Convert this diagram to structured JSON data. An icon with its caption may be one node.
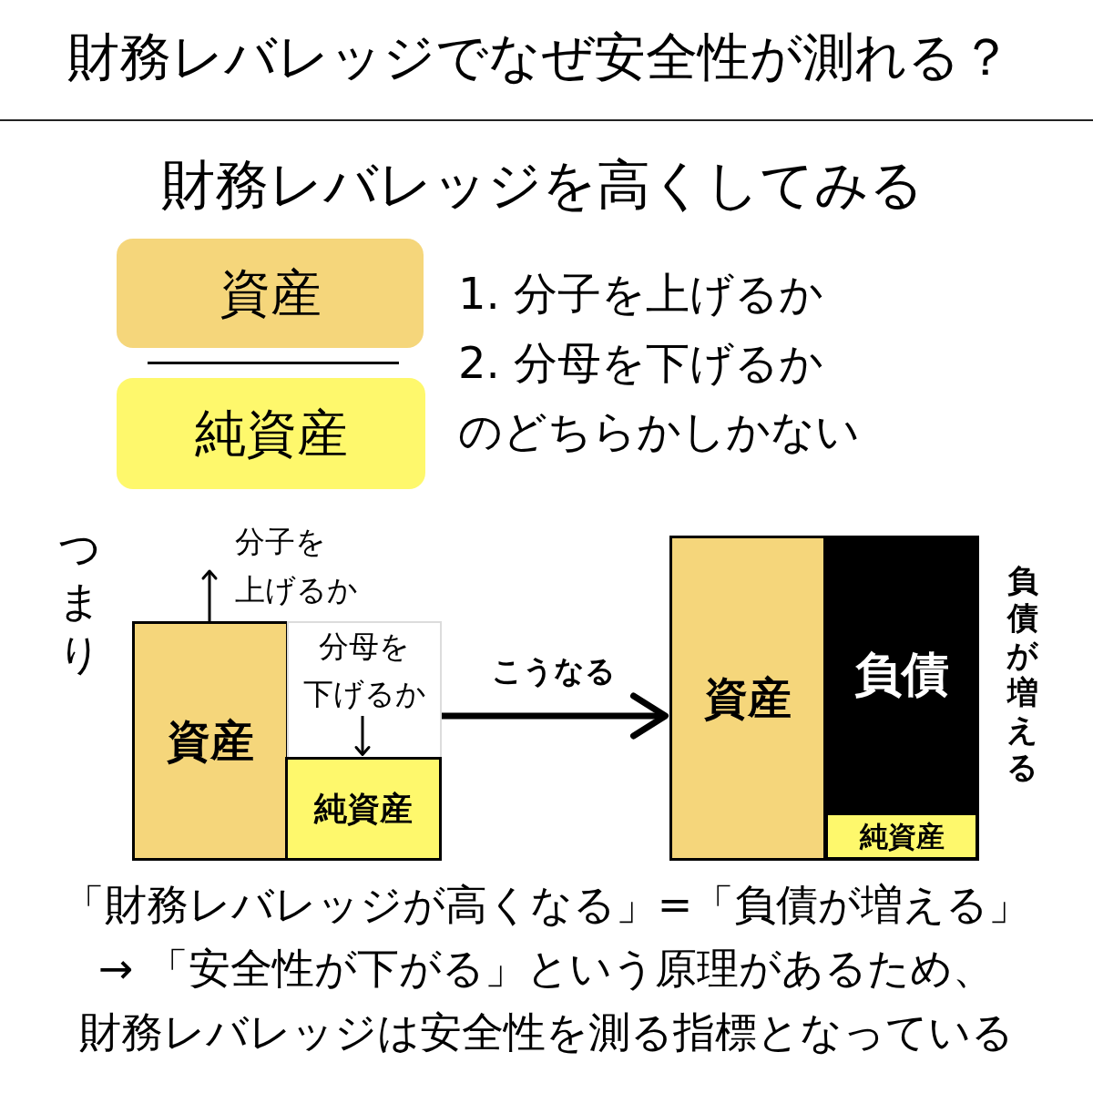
{
  "diagram": {
    "title": "財務レバレッジでなぜ安全性が測れる？",
    "nodes": [
      {
        "text": [
          "資産"
        ]
      },
      {
        "text": [
          "純資産"
        ]
      },
      {
        "text": [
          "資産"
        ]
      },
      {
        "text": [
          "分母を下げるか"
        ]
      },
      {
        "text": [
          "純資産"
        ]
      },
      {
        "text": [
          "資産"
        ]
      },
      {
        "text": [
          "負債"
        ]
      },
      {
        "text": [
          "純資産"
        ],
        "in": 6
      }
    ],
    "edges": [
      {
        "from": 2,
        "to": null,
        "arrow": "to"
      },
      {
        "from": 3,
        "to": 5,
        "arrow": "to",
        "label": "こうなる",
        "style": "thick"
      },
      {
        "from": 3,
        "to": 4,
        "arrow": "to"
      }
    ],
    "labels": [
      "財務レバレッジを高くしてみる",
      "1. 分子を上げるか",
      "2. 分母を下げるか",
      "のどちらかしかない",
      "つまり",
      "分子を上げるか",
      "負債が増える",
      "「財務レバレッジが高くなる」=「負債が増える」",
      "→ 「安全性が下がる」という原理があるため、",
      "財務レバレッジは安全性を測る指標となっている"
    ]
  }
}
